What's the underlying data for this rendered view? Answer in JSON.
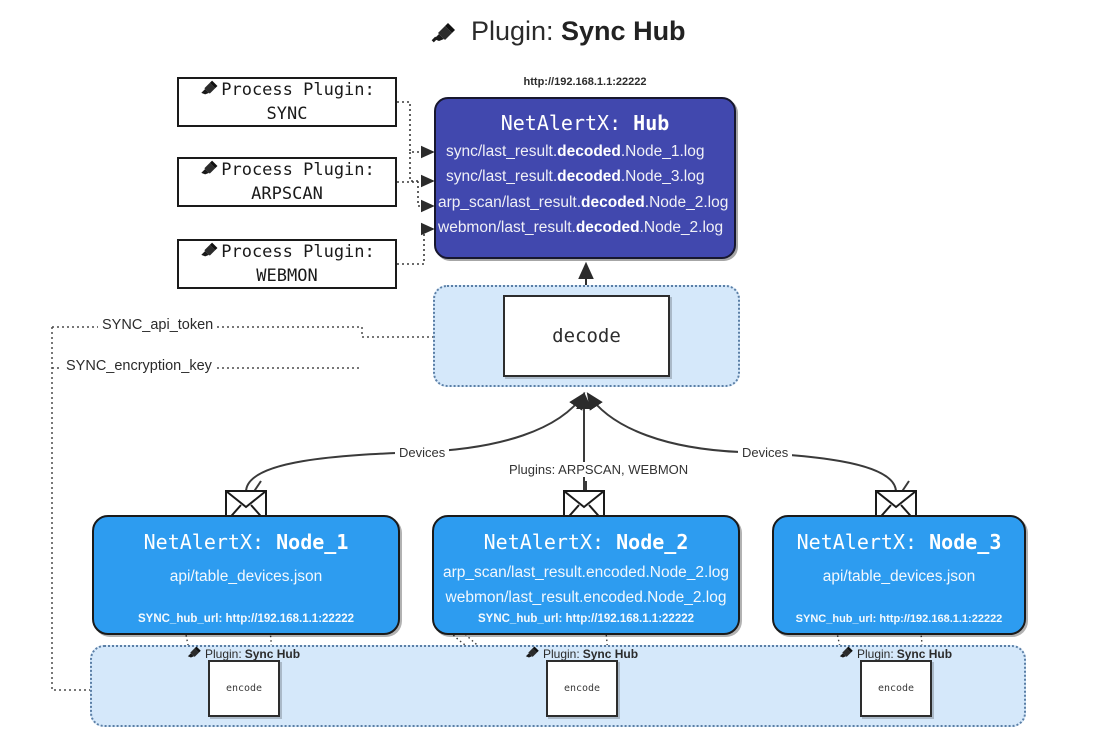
{
  "title": {
    "icon": "plug-icon",
    "prefix": "Plugin:",
    "name": "Sync Hub"
  },
  "process_plugins": [
    {
      "line1": "Process Plugin:",
      "line2": "SYNC",
      "icon": "plug-icon"
    },
    {
      "line1": "Process Plugin:",
      "line2": "ARPSCAN",
      "icon": "plug-icon"
    },
    {
      "line1": "Process Plugin:",
      "line2": "WEBMON",
      "icon": "plug-icon"
    }
  ],
  "hub": {
    "url": "http://192.168.1.1:22222",
    "title_prefix": "NetAlertX:",
    "title_name": "Hub",
    "logs": [
      {
        "pre": "sync/last_result.",
        "em": "decoded",
        "post": ".Node_1.log"
      },
      {
        "pre": "sync/last_result.",
        "em": "decoded",
        "post": ".Node_3.log"
      },
      {
        "pre": "arp_scan/last_result.",
        "em": "decoded",
        "post": ".Node_2.log"
      },
      {
        "pre": "webmon/last_result.",
        "em": "decoded",
        "post": ".Node_2.log"
      }
    ]
  },
  "decode": {
    "label": "decode"
  },
  "secrets": {
    "api_token": "SYNC_api_token",
    "encryption_key": "SYNC_encryption_key"
  },
  "edge_labels": {
    "devices_left": "Devices",
    "devices_right": "Devices",
    "plugins_center": "Plugins: ARPSCAN, WEBMON"
  },
  "nodes": [
    {
      "title_prefix": "NetAlertX:",
      "title_name": "Node_1",
      "lines": [
        "api/table_devices.json"
      ],
      "hub_url_label": "SYNC_hub_url: http://192.168.1.1:22222",
      "icon": "envelope-icon"
    },
    {
      "title_prefix": "NetAlertX:",
      "title_name": "Node_2",
      "lines": [
        "arp_scan/last_result.encoded.Node_2.log",
        "webmon/last_result.encoded.Node_2.log"
      ],
      "hub_url_label": "SYNC_hub_url: http://192.168.1.1:22222",
      "icon": "envelope-icon"
    },
    {
      "title_prefix": "NetAlertX:",
      "title_name": "Node_3",
      "lines": [
        "api/table_devices.json"
      ],
      "hub_url_label": "SYNC_hub_url: http://192.168.1.1:22222",
      "icon": "envelope-icon"
    }
  ],
  "encoders": [
    {
      "plugin_prefix": "Plugin:",
      "plugin_name": "Sync Hub",
      "label": "encode",
      "icon": "plug-icon"
    },
    {
      "plugin_prefix": "Plugin:",
      "plugin_name": "Sync Hub",
      "label": "encode",
      "icon": "plug-icon"
    },
    {
      "plugin_prefix": "Plugin:",
      "plugin_name": "Sync Hub",
      "label": "encode",
      "icon": "plug-icon"
    }
  ],
  "colors": {
    "hub_fill": "#4148ae",
    "node_fill": "#2d9cf0",
    "container_fill": "#d5e8fa",
    "stroke": "#1a1a1a"
  }
}
